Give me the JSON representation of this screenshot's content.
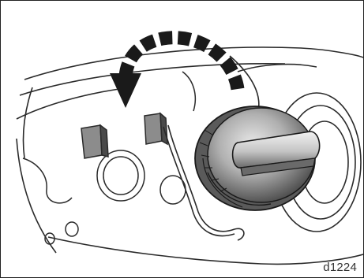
{
  "figure": {
    "code": "d1224",
    "subject": "fuel-filler-cap",
    "arrow_direction": "counterclockwise",
    "colors": {
      "line": "#2a2a2a",
      "cap_light": "#d6d6d6",
      "cap_mid": "#9a9a9a",
      "cap_dark": "#3a3a3a",
      "paper": "#ffffff"
    }
  }
}
